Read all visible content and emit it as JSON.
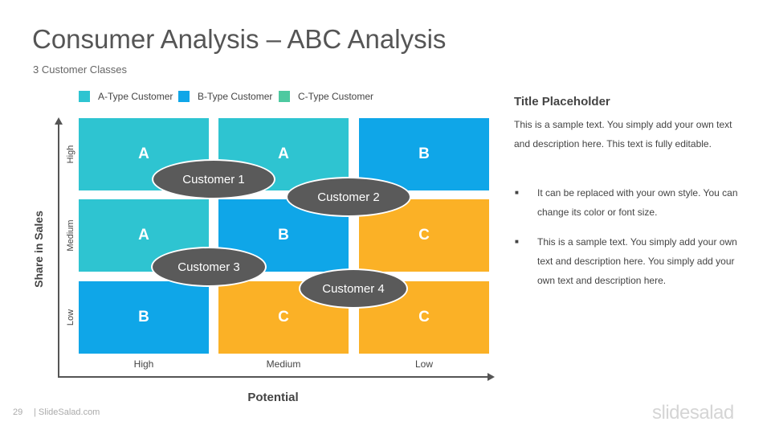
{
  "slide": {
    "title": "Consumer Analysis – ABC Analysis",
    "subtitle": "3 Customer Classes",
    "number": "29",
    "site": "| SlideSalad.com",
    "brand": "slidesalad"
  },
  "legend": [
    {
      "label": "A-Type Customer",
      "color": "#2ec4d1"
    },
    {
      "label": "B-Type Customer",
      "color": "#0fa6e8"
    },
    {
      "label": "C-Type Customer",
      "color": "#4dc9a0"
    }
  ],
  "colors": {
    "A": "#2ec4d1",
    "B": "#0fa6e8",
    "C": "#fbb126",
    "bubble": "#5a5a5a"
  },
  "matrix": {
    "rows": [
      "High",
      "Medium",
      "Low"
    ],
    "cols": [
      "High",
      "Medium",
      "Low"
    ],
    "cells": [
      [
        "A",
        "A",
        "B"
      ],
      [
        "A",
        "B",
        "C"
      ],
      [
        "B",
        "C",
        "C"
      ]
    ],
    "y_title": "Share in Sales",
    "x_title": "Potential"
  },
  "customers": [
    {
      "label": "Customer 1"
    },
    {
      "label": "Customer 2"
    },
    {
      "label": "Customer 3"
    },
    {
      "label": "Customer 4"
    }
  ],
  "panel": {
    "title": "Title Placeholder",
    "text": "This is a sample text. You simply add your own text and description  here. This text is fully editable.",
    "bullets": [
      " It can be replaced with your own style. You can change its color or font size.",
      "This is a sample text. You simply add your own text and description here. You simply add your own text and description here."
    ]
  }
}
